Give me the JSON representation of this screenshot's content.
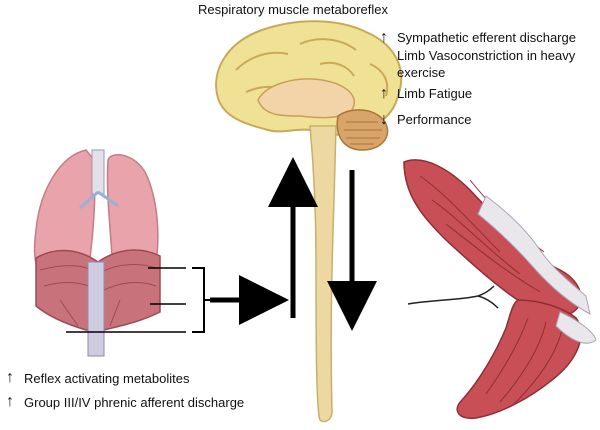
{
  "title": "Respiratory muscle metaboreflex",
  "effects": [
    {
      "direction": "up",
      "lines": [
        "Sympathetic efferent discharge"
      ]
    },
    {
      "direction": "none",
      "lines": [
        "Limb Vasoconstriction in heavy",
        "exercise"
      ]
    },
    {
      "direction": "up",
      "lines": [
        "Limb Fatigue"
      ]
    },
    {
      "direction": "down",
      "lines": [
        "Performance"
      ]
    }
  ],
  "afferent": [
    {
      "direction": "up",
      "text": "Reflex activating metabolites"
    },
    {
      "direction": "up",
      "text": "Group III/IV phrenic afferent discharge"
    }
  ],
  "colors": {
    "brain": "#efe294",
    "brain_outline": "#c9a958",
    "brainstem": "#e9c98a",
    "spinal_cord": "#ecd8a0",
    "lung": "#e8a3ab",
    "diaphragm": "#c8737c",
    "muscle": "#c84f56",
    "tendon": "#e9e6ec",
    "arrow": "#000000"
  },
  "icons": {
    "up": "up-arrow-icon",
    "down": "down-arrow-icon"
  }
}
